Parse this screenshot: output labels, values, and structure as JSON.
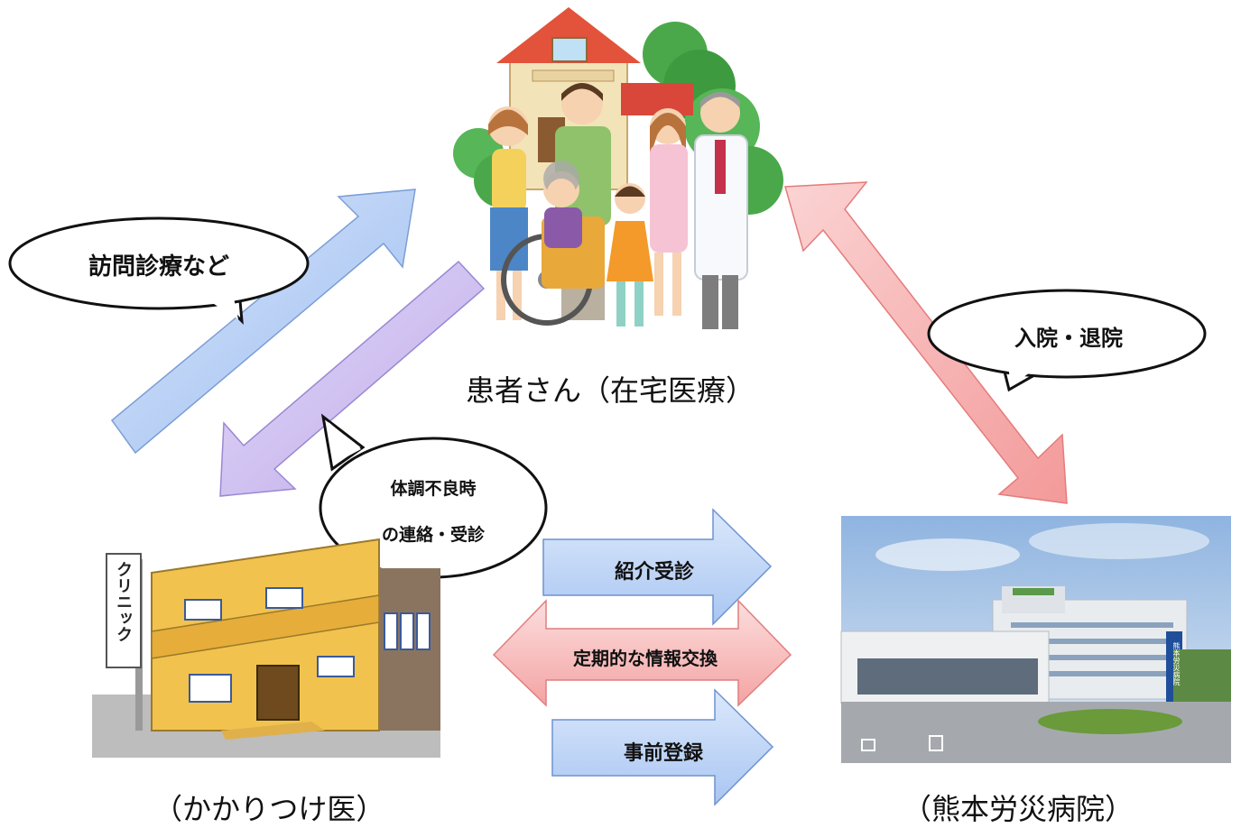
{
  "nodes": {
    "patient": "患者さん（在宅医療）",
    "clinic": "（かかりつけ医）",
    "hospital": "（熊本労災病院）"
  },
  "bubbles": {
    "home_visit": "訪問診療など",
    "admission": "入院・退院",
    "contact_line1": "体調不良時",
    "contact_line2": "の連絡・受診"
  },
  "flows": {
    "referral": "紹介受診",
    "info_exchange": "定期的な情報交換",
    "pre_registration": "事前登録"
  },
  "clinic_sign": "クリニック",
  "hospital_sign": "熊本労災病院",
  "colors": {
    "blue_arrow": "#a9c6f2",
    "purple_arrow": "#c9b8ef",
    "red_arrow": "#f7aaaa"
  }
}
